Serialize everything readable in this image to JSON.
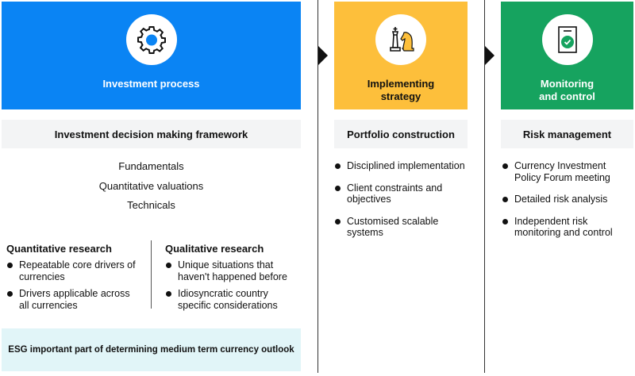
{
  "columns": [
    {
      "header": "Investment process",
      "icon": "gear-icon",
      "color": "#0a84f4",
      "subheader": "Investment decision making framework",
      "framework_items": [
        "Fundamentals",
        "Quantitative valuations",
        "Technicals"
      ],
      "quantitative": {
        "title": "Quantitative research",
        "items": [
          "Repeatable core drivers of currencies",
          "Drivers applicable across all currencies"
        ]
      },
      "qualitative": {
        "title": "Qualitative research",
        "items": [
          "Unique situations that haven't happened before",
          "Idiosyncratic country specific considerations"
        ]
      },
      "esg_note": "ESG important part of determining medium term currency outlook",
      "esg_color": "#e1f5f8"
    },
    {
      "header": "Implementing strategy",
      "icon": "chess-pieces-icon",
      "color": "#fdbf3b",
      "subheader": "Portfolio construction",
      "items": [
        "Disciplined implementation",
        "Client constraints and objectives",
        "Customised scalable systems"
      ]
    },
    {
      "header": "Monitoring and control",
      "icon": "clipboard-check-icon",
      "color": "#16a35f",
      "subheader": "Risk management",
      "items": [
        "Currency Investment Policy Forum meeting",
        "Detailed risk analysis",
        "Independent risk monitoring and control"
      ]
    }
  ]
}
